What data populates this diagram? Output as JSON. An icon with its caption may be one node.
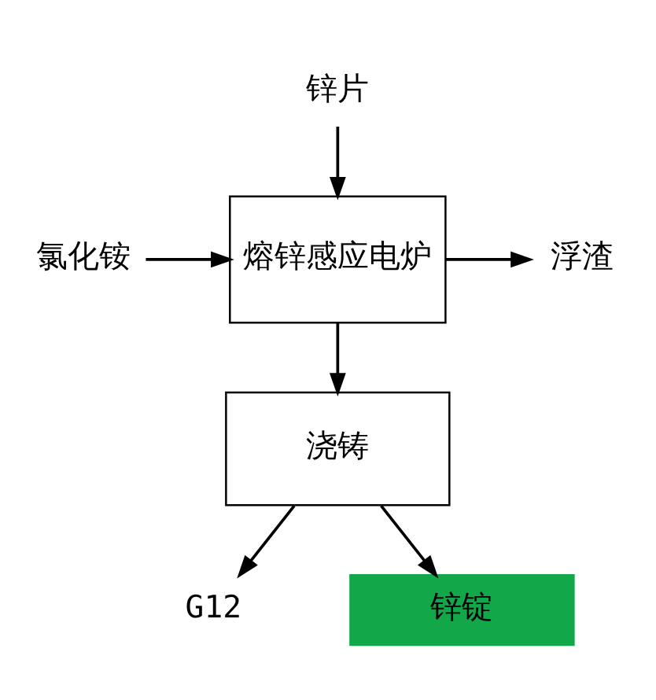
{
  "diagram": {
    "nodes": [
      {
        "text": [
          "锌片"
        ]
      },
      {
        "text": [
          "氯化铵"
        ]
      },
      {
        "text": [
          "熔锌感应电炉"
        ]
      },
      {
        "text": [
          "浮渣"
        ]
      },
      {
        "text": [
          "G12"
        ]
      },
      {
        "text": [
          "浇铸"
        ]
      },
      {
        "text": [
          "锌锭"
        ]
      }
    ],
    "edges": [
      {
        "from": 0,
        "to": 2,
        "arrow": "to"
      },
      {
        "from": 1,
        "to": 2,
        "arrow": "to"
      },
      {
        "from": 2,
        "to": 3,
        "arrow": "to"
      },
      {
        "from": 2,
        "to": 5,
        "arrow": "to"
      },
      {
        "from": 5,
        "to": 4,
        "arrow": "to"
      },
      {
        "from": 5,
        "to": 6,
        "arrow": "to"
      }
    ]
  }
}
